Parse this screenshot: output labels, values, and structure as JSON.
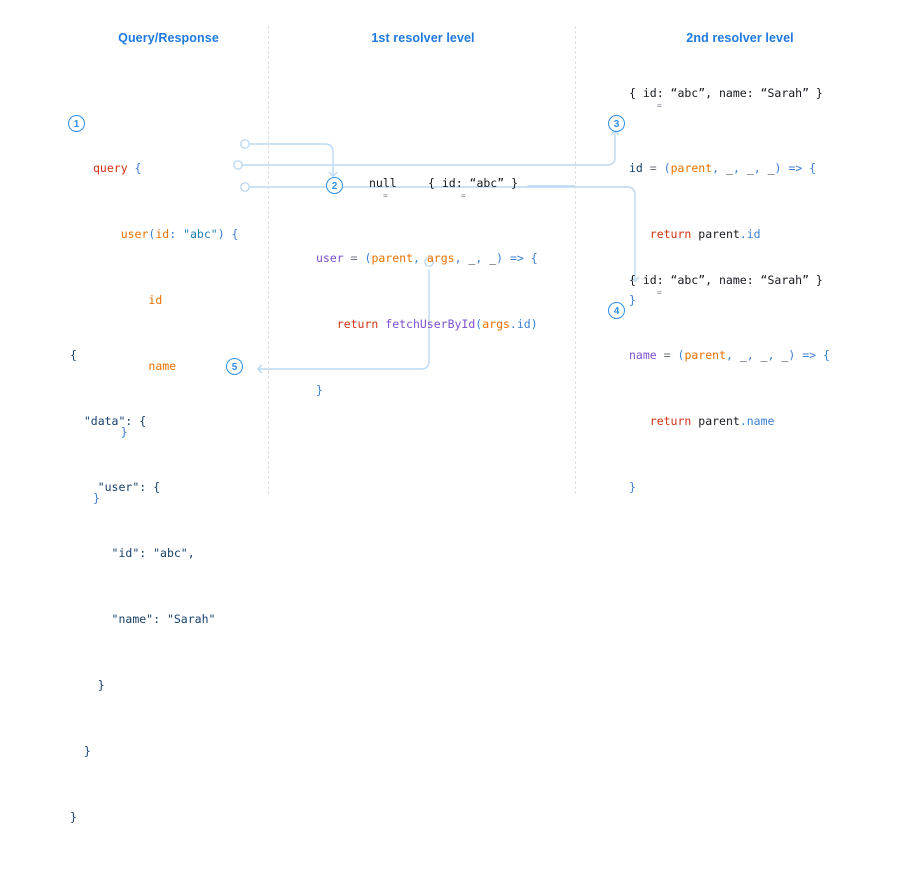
{
  "columns": [
    {
      "key": "query_response",
      "label": "Query/Response"
    },
    {
      "key": "first_resolver",
      "label": "1st resolver level"
    },
    {
      "key": "second_resolver",
      "label": "2nd resolver level"
    }
  ],
  "steps": [
    {
      "n": "1",
      "name": "step-1-badge"
    },
    {
      "n": "2",
      "name": "step-2-badge"
    },
    {
      "n": "3",
      "name": "step-3-badge"
    },
    {
      "n": "4",
      "name": "step-4-badge"
    },
    {
      "n": "5",
      "name": "step-5-badge"
    }
  ],
  "query_block": {
    "title": "graphql-query",
    "lines": [
      "query {",
      "    user(id: \"abc\") {",
      "        id",
      "        name",
      "    }",
      "}"
    ]
  },
  "response_block": {
    "title": "graphql-response",
    "lines": [
      "{",
      "  \"data\": {",
      "    \"user\": {",
      "      \"id\": \"abc\",",
      "      \"name\": \"Sarah\"",
      "    }",
      "  }",
      "}"
    ]
  },
  "user_resolver": {
    "parent_value": "null",
    "args_value": "{ id: “abc” }",
    "eq_mark": "=",
    "lines": [
      "user = (parent, args, _, _) => {",
      "  return fetchUserById(args.id)",
      "}"
    ]
  },
  "id_resolver": {
    "parent_value": "{ id: “abc”, name: “Sarah” }",
    "eq_mark": "=",
    "lines": [
      "id = (parent, _, _, _) => {",
      "   return parent.id",
      "}"
    ]
  },
  "name_resolver": {
    "parent_value": "{ id: “abc”, name: “Sarah” }",
    "eq_mark": "=",
    "lines": [
      "name = (parent, _, _, _) => {",
      "   return parent.name",
      "}"
    ]
  },
  "colors": {
    "accent": "#2e8fe8",
    "header": "#1f7ae0",
    "wire": "#bcd9f2",
    "divider": "#dfe2e5",
    "keyword": "#d13212",
    "field": "#eb7100",
    "punctuation": "#3b7fd4",
    "string": "#1a7fb3",
    "variable": "#7d4fd1",
    "navy": "#16406b",
    "background": "#ffffff"
  }
}
